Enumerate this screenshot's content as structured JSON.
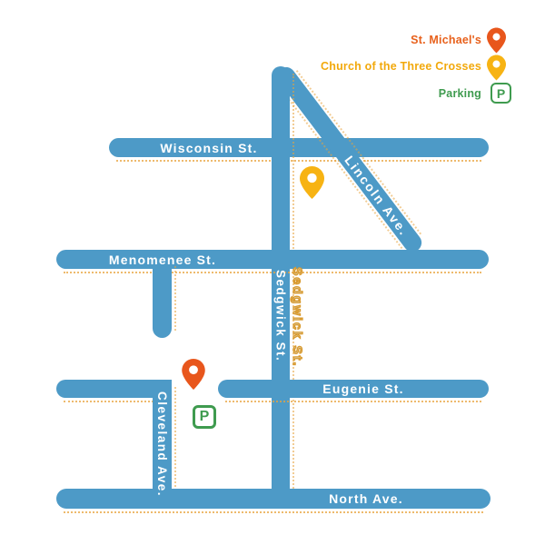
{
  "legend": {
    "items": [
      {
        "label": "St. Michael's",
        "marker": "map-pin",
        "color": "#e8611c"
      },
      {
        "label": "Church of the Three Crosses",
        "marker": "map-pin",
        "color": "#f2a90c"
      },
      {
        "label": "Parking",
        "marker": "parking-sign",
        "color": "#3f9b4f"
      }
    ]
  },
  "streets": {
    "wisconsin": "Wisconsin St.",
    "menomenee": "Menomenee St.",
    "lincoln": "Lincoln Ave.",
    "sedgwick": "Sedgwick St.",
    "sedgwick_outlined": "Sedgwick St.",
    "eugenie": "Eugenie St.",
    "cleveland": "Cleveland Ave.",
    "north": "North Ave."
  },
  "markers": {
    "st_michaels": {
      "name": "St. Michael's",
      "type": "pin",
      "color": "#e8561c"
    },
    "church_three_crosses": {
      "name": "Church of the Three Crosses",
      "type": "pin",
      "color": "#f7b313"
    },
    "parking": {
      "name": "Parking",
      "type": "parking-sign",
      "symbol": "P",
      "color": "#3f9b4f"
    }
  },
  "colors": {
    "road": "#4d9ac7",
    "route_dots": "#e9a43d",
    "background": "#ffffff",
    "street_label": "#ffffff"
  }
}
